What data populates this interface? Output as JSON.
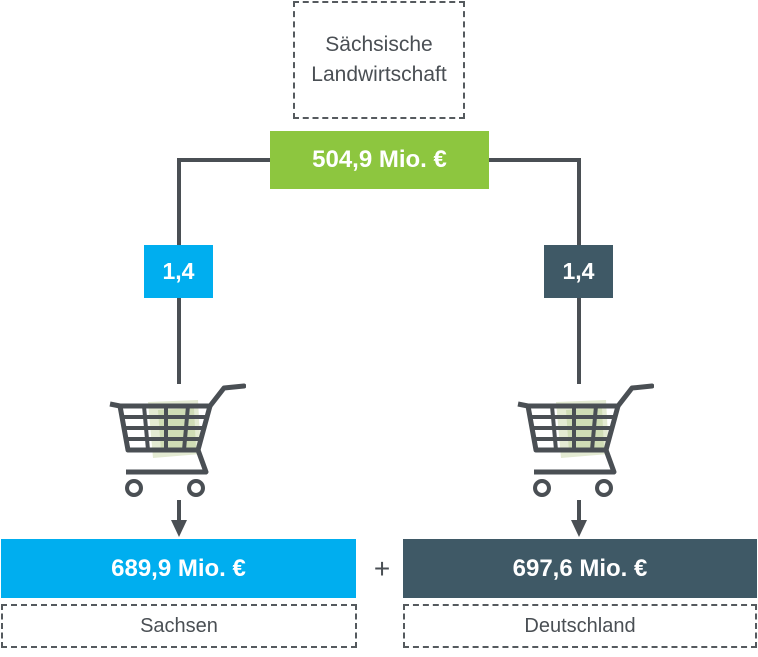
{
  "source": {
    "line1": "Sächsische",
    "line2": "Landwirtschaft"
  },
  "total": {
    "value": "504,9 Mio. €"
  },
  "factors": {
    "left": "1,4",
    "right": "1,4"
  },
  "results": {
    "left": "689,9 Mio. €",
    "right": "697,6 Mio. €"
  },
  "operator": "+",
  "regions": {
    "left": "Sachsen",
    "right": "Deutschland"
  },
  "icons": {
    "left_cart": "shopping-cart-icon",
    "right_cart": "shopping-cart-icon"
  },
  "colors": {
    "total": "#8dc63f",
    "sachsen": "#00aeef",
    "deutschland": "#3f5966",
    "lines": "#4a4f54"
  }
}
